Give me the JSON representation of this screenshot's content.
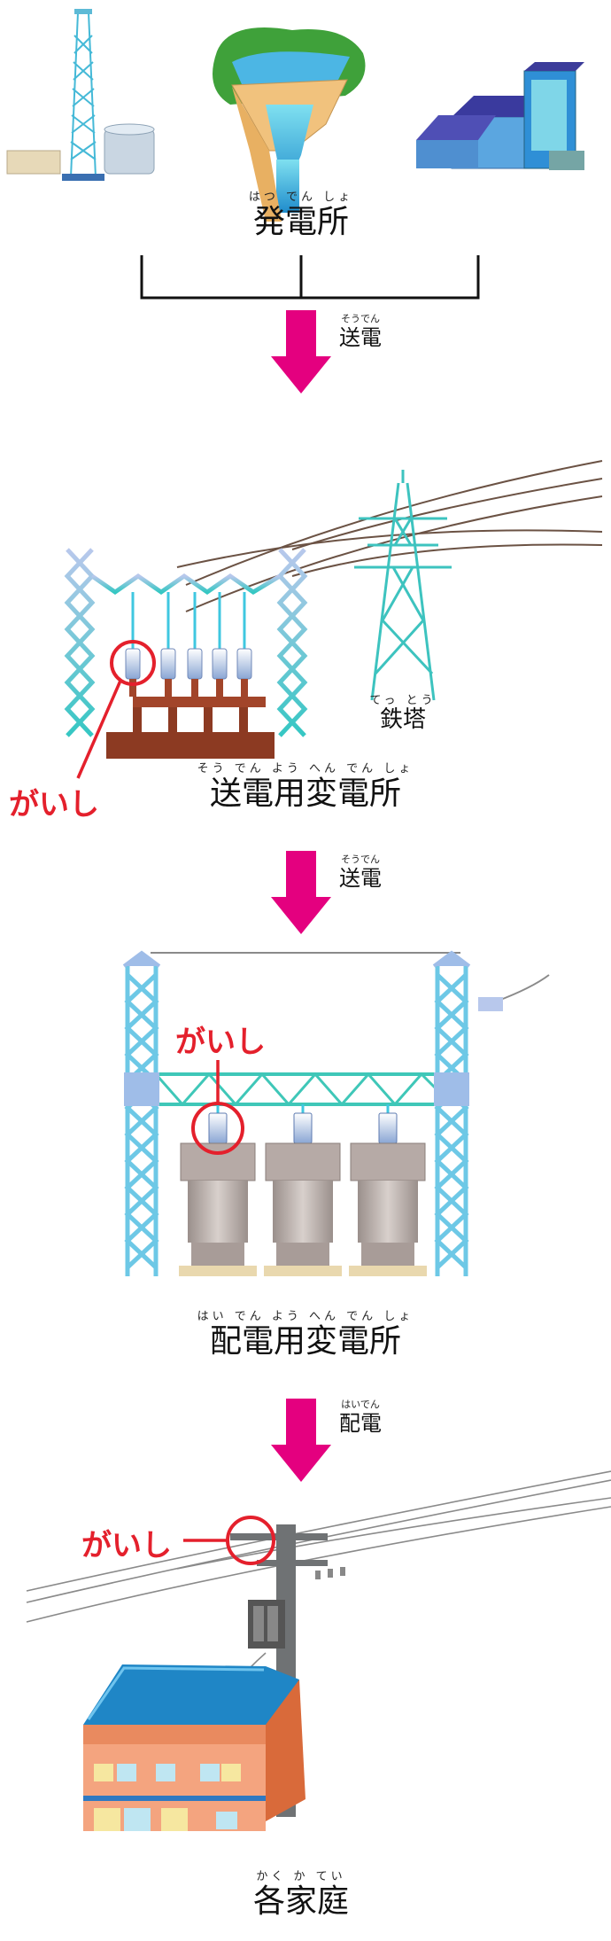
{
  "stages": {
    "power_plant": {
      "ruby": "はつ でん しょ",
      "label": "発電所"
    },
    "step1": {
      "ruby": "そうでん",
      "label": "送電"
    },
    "tower": {
      "ruby": "てっ とう",
      "label": "鉄塔"
    },
    "transmission_substation": {
      "ruby": "そう でん よう へん でん しょ",
      "label": "送電用変電所"
    },
    "step2": {
      "ruby": "そうでん",
      "label": "送電"
    },
    "distribution_substation": {
      "ruby": "はい でん よう へん でん しょ",
      "label": "配電用変電所"
    },
    "step3": {
      "ruby": "はいでん",
      "label": "配電"
    },
    "homes": {
      "ruby": "かく  か  てい",
      "label": "各家庭"
    }
  },
  "insulator_label": "がいし",
  "colors": {
    "arrow": "#e4007f",
    "callout": "#e4202c",
    "steel": "#7ec8e3",
    "roof": "#1f86c6",
    "house_wall": "#f4a47f"
  }
}
